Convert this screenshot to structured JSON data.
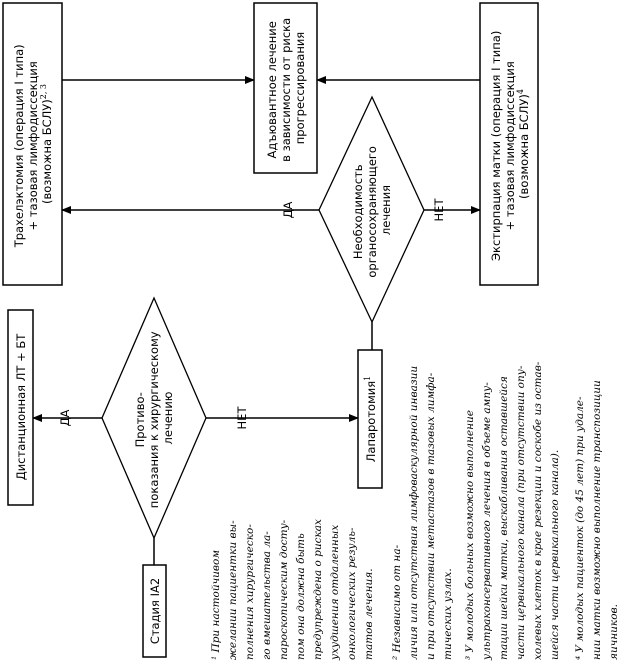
{
  "nodes": {
    "stage": {
      "label": "Стадия IA2"
    },
    "contraindications": {
      "lines": [
        "Противо-",
        "показания к хирургическому",
        "лечению"
      ]
    },
    "distant_rt": {
      "label": "Дистанционная ЛТ + БТ"
    },
    "laparotomy": {
      "label": "Лапаротомия",
      "sup": "1"
    },
    "organ_sparing": {
      "lines": [
        "Необходимость",
        "органосохраняющего",
        "лечения"
      ]
    },
    "trachelectomy": {
      "lines": [
        "Трахелэктомия (операция I типа)",
        "+ тазовая лимфодиссекция",
        "(возможна БСЛУ)"
      ],
      "sup": "2, 3"
    },
    "extirpation": {
      "lines": [
        "Экстирпация матки (операция I типа)",
        "+ тазовая лимфодиссекция",
        "(возможна БСЛУ)"
      ],
      "sup": "4"
    },
    "adjuvant": {
      "lines": [
        "Адъювантное лечение",
        "в зависимости от риска",
        "прогрессирования"
      ]
    }
  },
  "edge_labels": {
    "contra_yes": "ДА",
    "contra_no": "НЕТ",
    "organ_yes": "ДА",
    "organ_no": "НЕТ"
  },
  "footnotes": {
    "col1": [
      "¹ При настойчивом",
      "желании пациентки вы-",
      "полнения хирургическо-",
      "го вмешательства ла-",
      "пароскопическим досту-",
      "пом она должна быть",
      "предупреждена о рисках",
      "ухудшения отдаленных",
      "онкологических резуль-",
      "татов лечения."
    ],
    "col2": [
      "² Независимо от на-",
      "личия или отсутствия лимфоваскулярной инвазии",
      "и при отсутствии метастазов в тазовых лимфа-",
      "тических узлах."
    ],
    "col3": [
      "³ У молодых больных возможно выполнение",
      "ультраконсервативного лечения в объеме ампу-",
      "тации шейки матки, выскабливания оставшейся",
      "части цервикального канала (при отсутствии опу-",
      "холевых клеток в крае резекции и соскобе из остав-",
      "шейся части цервикального канала)."
    ],
    "col4": [
      "⁴ У молодых пациенток (до 45 лет) при удале-",
      "нии матки возможно выполнение транспозиции",
      "яичников."
    ]
  }
}
